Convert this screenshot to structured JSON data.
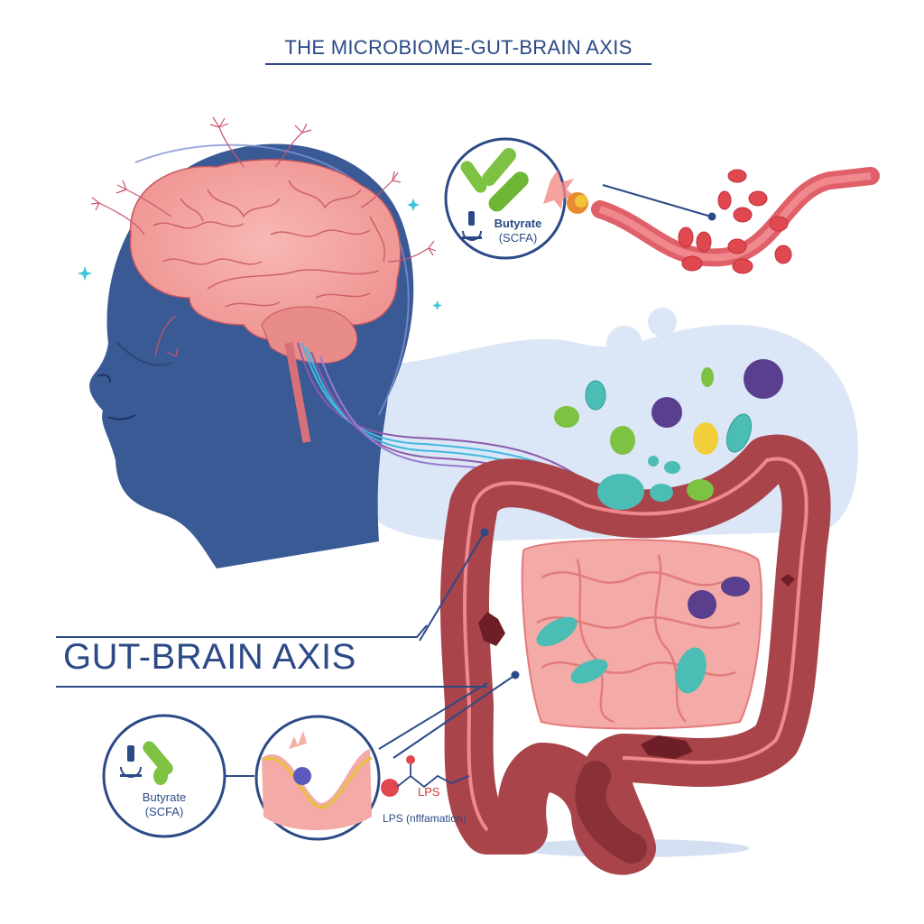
{
  "title": "THE MICROBIOME-GUT-BRAIN AXIS",
  "main_label": "GUT-BRAIN AXIS",
  "callouts": {
    "top_inset": {
      "label_line1": "Butyrate",
      "label_line2": "(SCFA)",
      "icon": "microscope-icon",
      "depicts": [
        "green rod bacteria",
        "inflamed cell"
      ]
    },
    "bottom_left_inset": {
      "label_line1": "Butyrate",
      "label_line2": "(SCFA)",
      "icon": "microscope-icon",
      "depicts": [
        "green rod bacteria"
      ]
    },
    "bottom_center_inset": {
      "depicts": [
        "inflamed intestinal wall",
        "purple pathogen"
      ]
    },
    "lps": {
      "molecule_label": "LPS",
      "caption": "LPS (nflfamation)"
    }
  },
  "elements": {
    "head": "human head silhouette with brain",
    "blood_vessel": "blood vessel with red blood cells",
    "microbiome_cloud": "microbes cloud",
    "intestines": "large and small intestine"
  },
  "colors": {
    "title": "#2c4a86",
    "head": "#3a5a96",
    "brain": "#f2a3a0",
    "brain_lines": "#c8565e",
    "cloud": "#dbe6f6",
    "colon": "#a8444a",
    "colon_dark": "#8a3038",
    "small_intestine": "#f4aaa6",
    "vessel": "#e0606a",
    "rbc": "#e04850",
    "green_bacteria": "#7dc242",
    "teal_bacteria": "#4bbdb4",
    "purple_microbe": "#5a3f8f",
    "yellow_bacteria": "#f2cf3a",
    "nerve_cyan": "#41b8e0",
    "nerve_purple": "#8c5aa8",
    "lps_red": "#d8363a"
  }
}
